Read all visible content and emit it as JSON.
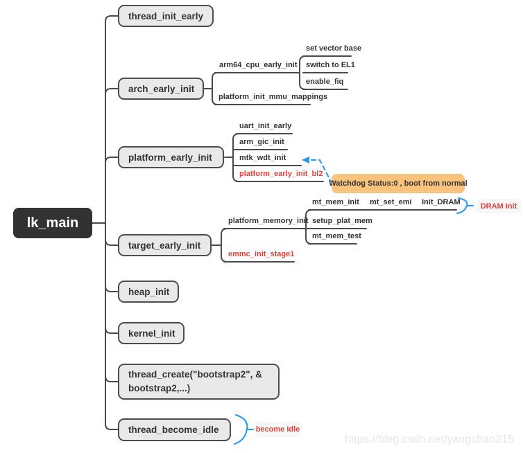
{
  "root_label": "lk_main",
  "branches": {
    "thread_init_early": "thread_init_early",
    "arch_early_init": "arch_early_init",
    "platform_early_init": "platform_early_init",
    "target_early_init": "target_early_init",
    "heap_init": "heap_init",
    "kernel_init": "kernel_init",
    "thread_create": "thread_create(\"bootstrap2\", & bootstrap2,...)",
    "thread_become_idle": "thread_become_idle"
  },
  "arch": {
    "arm64_cpu_early_init": "arm64_cpu_early_init",
    "set_vector_base": "set vector base",
    "switch_to_el1": "switch to EL1",
    "enable_fiq": "enable_fiq",
    "platform_init_mmu_mappings": "platform_init_mmu_mappings"
  },
  "platform": {
    "uart_init_early": "uart_init_early",
    "arm_gic_init": "arm_gic_init",
    "mtk_wdt_init": "mtk_wdt_init",
    "platform_early_init_bl2": "platform_early_init_bl2"
  },
  "target": {
    "platform_memory_init": "platform_memory_init",
    "mt_mem_init": "mt_mem_init",
    "mt_set_emi": "mt_set_emi",
    "init_dram": "Init_DRAM",
    "setup_plat_mem": "setup_plat_mem",
    "mt_mem_test": "mt_mem_test",
    "emmc_init_stage1": "emmc_init_stage1"
  },
  "callouts": {
    "watchdog": "Watchdog Status:0 , boot from normal",
    "dram_init": "DRAM Init",
    "become_idle": "become Idle"
  },
  "watermark": "https://blog.csdn.net/yangchao315",
  "colors": {
    "line": "#4a4a4a",
    "node_fill": "#e9e9e9",
    "node_border": "#4d4d4d",
    "root_fill": "#323232",
    "red": "#e5403a",
    "callout_orange": "#f9c37e",
    "accent_blue": "#2196f3"
  }
}
